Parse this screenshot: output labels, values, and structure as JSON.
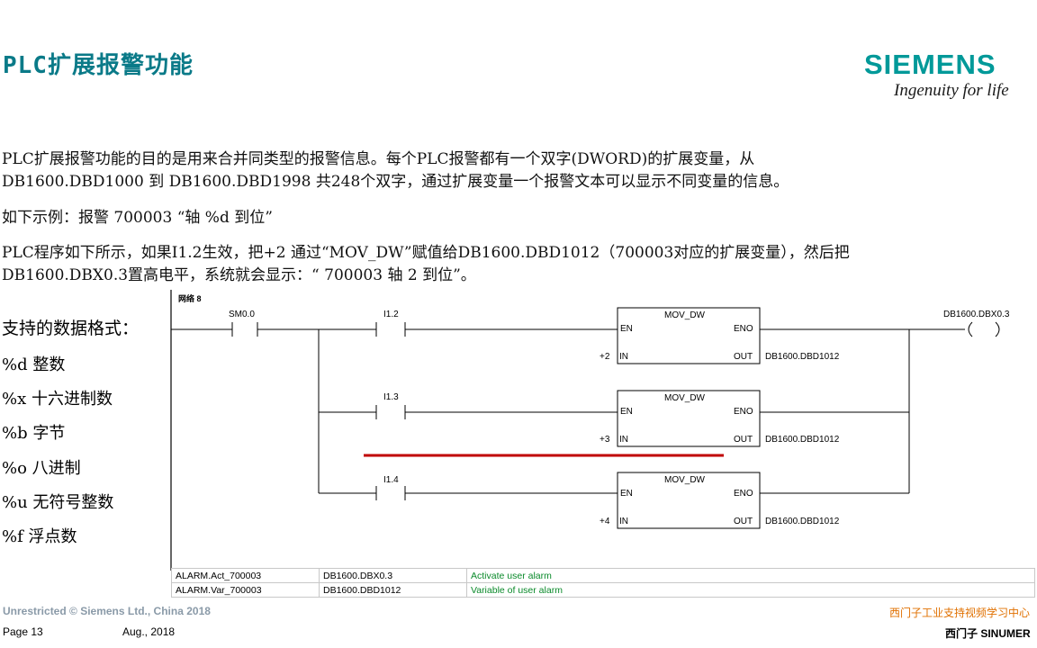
{
  "header": {
    "title": "PLC扩展报警功能",
    "logo": "SIEMENS",
    "tagline": "Ingenuity for life"
  },
  "body": {
    "p1_line1": "PLC扩展报警功能的目的是用来合并同类型的报警信息。每个PLC报警都有一个双字(DWORD)的扩展变量，从",
    "p1_line2": "DB1600.DBD1000 到 DB1600.DBD1998 共248个双字，通过扩展变量一个报警文本可以显示不同变量的信息。",
    "p2": "如下示例：报警 700003  “轴 %d 到位”",
    "p3_line1": "PLC程序如下所示，如果I1.2生效，把+2 通过“MOV_DW”赋值给DB1600.DBD1012（700003对应的扩展变量），然后把",
    "p3_line2": "DB1600.DBX0.3置高电平，系统就会显示：“ 700003  轴 2 到位”。"
  },
  "formats": {
    "title": "支持的数据格式：",
    "items": [
      "%d 整数",
      "%x 十六进制数",
      "%b 字节",
      "%o 八进制",
      "%u 无符号整数",
      "%f 浮点数"
    ]
  },
  "ladder": {
    "network": "网络 8",
    "sm": "SM0.0",
    "coil": "DB1600.DBX0.3",
    "box_title": "MOV_DW",
    "en": "EN",
    "eno": "ENO",
    "in": "IN",
    "out": "OUT",
    "rungs": [
      {
        "contact": "I1.2",
        "in_val": "+2",
        "out_val": "DB1600.DBD1012"
      },
      {
        "contact": "I1.3",
        "in_val": "+3",
        "out_val": "DB1600.DBD1012"
      },
      {
        "contact": "I1.4",
        "in_val": "+4",
        "out_val": "DB1600.DBD1012"
      }
    ],
    "highlight_color": "#c00000"
  },
  "symbol_table": [
    {
      "symbol": "ALARM.Act_700003",
      "address": "DB1600.DBX0.3",
      "comment": "Activate user alarm"
    },
    {
      "symbol": "ALARM.Var_700003",
      "address": "DB1600.DBD1012",
      "comment": "Variable of user alarm"
    }
  ],
  "footer": {
    "copyright": "Unrestricted © Siemens Ltd., China 2018",
    "page": "Page 13",
    "date": "Aug., 2018",
    "watermark1": "西门子工业支持视频学习中心",
    "watermark2": "西门子 SINUMER"
  }
}
